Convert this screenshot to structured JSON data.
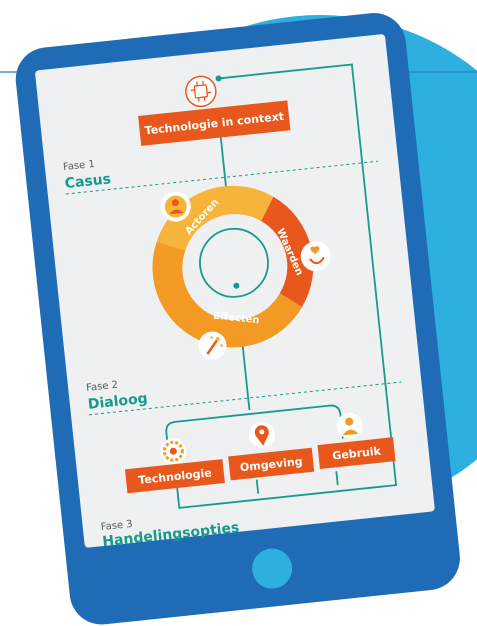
{
  "diagram": {
    "top_box": "Technologie in context",
    "phase1": {
      "label": "Fase 1",
      "title": "Casus"
    },
    "phase2": {
      "label": "Fase 2",
      "title": "Dialoog"
    },
    "phase3": {
      "label": "Fase 3",
      "title": "Handelingsopties"
    },
    "ring": {
      "segments": [
        "Actoren",
        "Waarden",
        "Effecten"
      ]
    },
    "options": [
      "Technologie",
      "Omgeving",
      "Gebruik"
    ],
    "icons": [
      "circuit-icon",
      "people-icon",
      "hand-heart-icon",
      "magic-wand-icon",
      "gear-icon",
      "location-pin-icon",
      "user-icon"
    ]
  },
  "colors": {
    "device_frame": "#1f6bb5",
    "screen": "#eef0f1",
    "background_blue": "#2db0df",
    "box_orange": "#e8581c",
    "ring_yellow": "#f6b53a",
    "ring_orange": "#f39a24",
    "ring_red": "#e8581c",
    "connector_teal": "#1a9a8c",
    "title_teal": "#159a8c"
  }
}
